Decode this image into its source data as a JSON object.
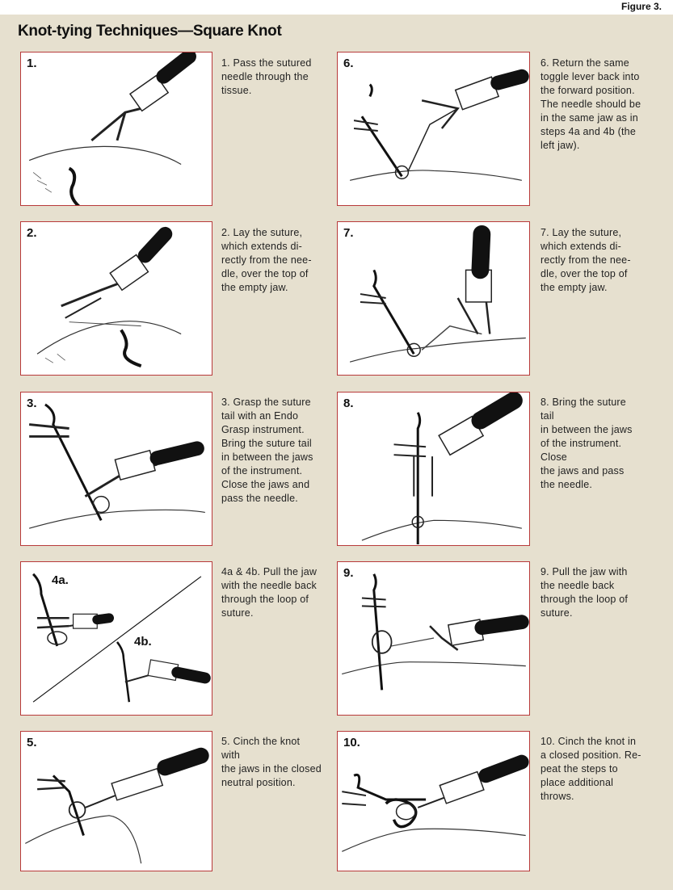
{
  "figure_label": "Figure 3.",
  "title": "Knot-tying Techniques—Square Knot",
  "steps": [
    {
      "num": "1.",
      "text": "1. Pass the sutured\nneedle through the\ntissue."
    },
    {
      "num": "2.",
      "text": "2. Lay the suture,\nwhich extends di-\nrectly from the nee-\ndle, over the top of\nthe empty jaw."
    },
    {
      "num": "3.",
      "text": "3. Grasp the suture\ntail with an Endo\nGrasp instrument.\nBring the suture tail\nin between the jaws\nof the instrument.\nClose the jaws and\npass the needle."
    },
    {
      "num": "",
      "text": "4a & 4b. Pull the jaw\nwith the needle back\nthrough the loop of\nsuture.",
      "sub_labels": [
        "4a.",
        "4b."
      ]
    },
    {
      "num": "5.",
      "text": "5. Cinch the knot\nwith\nthe jaws in the closed\nneutral position."
    },
    {
      "num": "6.",
      "text": "6. Return the same\ntoggle lever back into\nthe forward position.\nThe needle should be\nin the same jaw as in\nsteps 4a and 4b (the\nleft jaw)."
    },
    {
      "num": "7.",
      "text": "7. Lay the suture,\nwhich extends di-\nrectly from the nee-\ndle, over the top of\nthe empty jaw."
    },
    {
      "num": "8.",
      "text": "8. Bring the suture\ntail\nin between the jaws\nof the instrument.\nClose\nthe jaws and pass\nthe needle."
    },
    {
      "num": "9.",
      "text": "9. Pull the jaw with\nthe needle back\nthrough the loop of\nsuture."
    },
    {
      "num": "10.",
      "text": "10. Cinch the knot in\na closed position. Re-\npeat the steps to\nplace additional\nthrows."
    }
  ]
}
